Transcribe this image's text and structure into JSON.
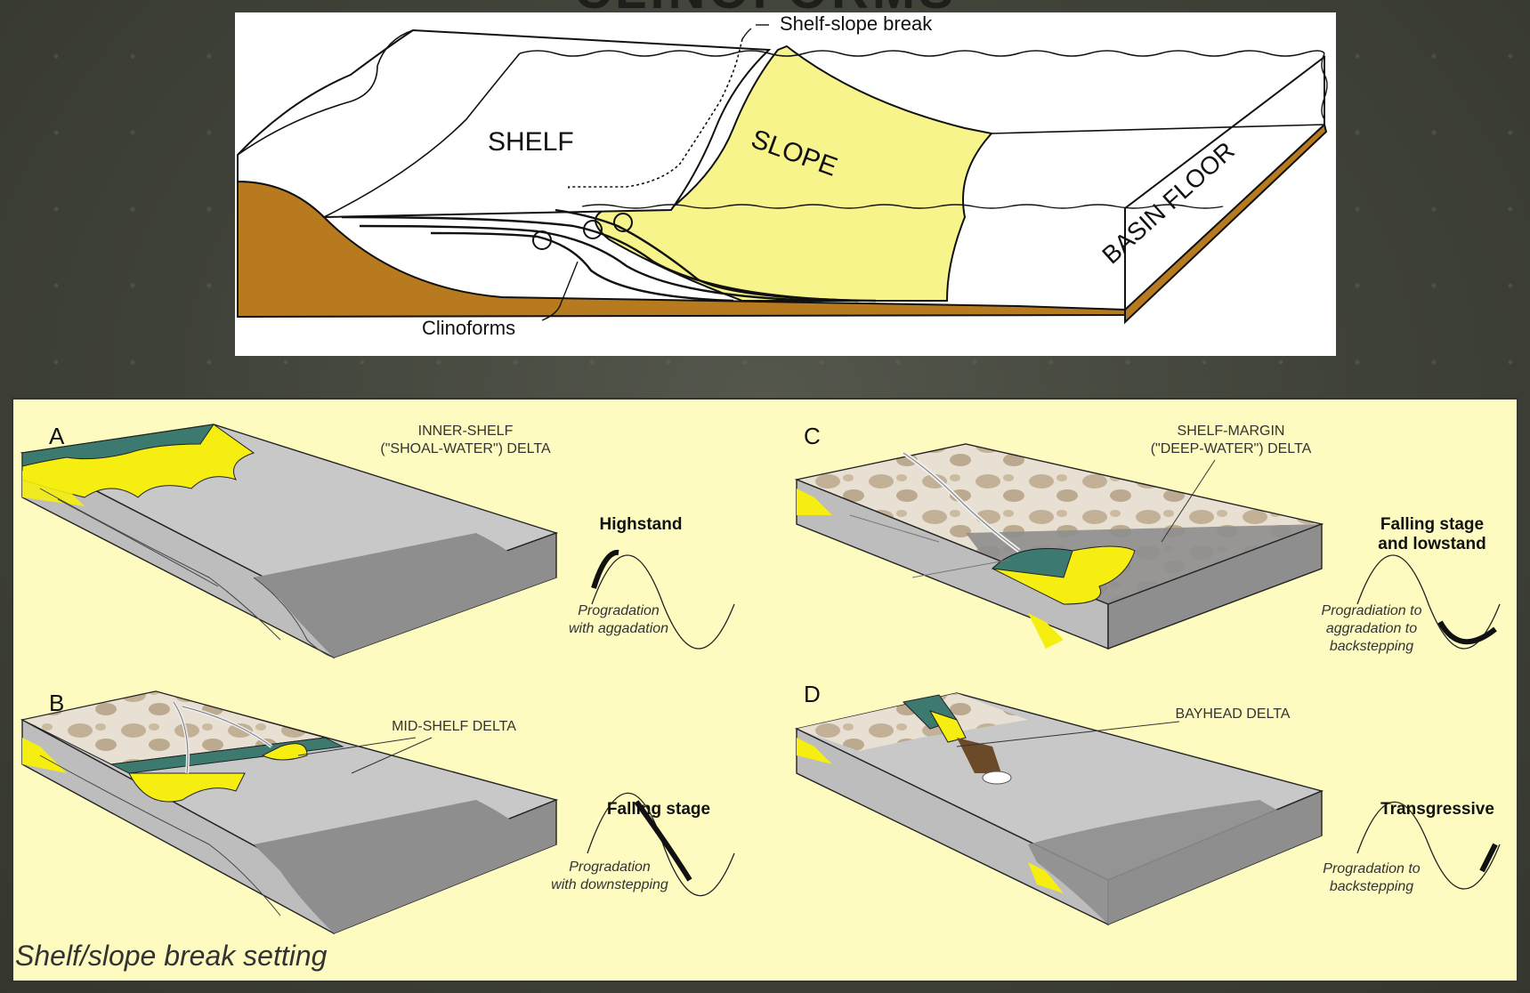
{
  "top_diagram": {
    "labels": {
      "shelf_slope_break": "Shelf-slope break",
      "shelf": "SHELF",
      "slope": "SLOPE",
      "basin_floor": "BASIN FLOOR",
      "clinoforms": "Clinoforms"
    }
  },
  "panels": [
    {
      "letter": "A",
      "delta_line1": "INNER-SHELF",
      "delta_line2": "(\"SHOAL-WATER\") DELTA",
      "stage_line1": "Highstand",
      "stage_line2": "",
      "note_line1": "Progradation",
      "note_line2": "with aggadation",
      "note_line3": ""
    },
    {
      "letter": "B",
      "delta_line1": "MID-SHELF DELTA",
      "delta_line2": "",
      "stage_line1": "Falling stage",
      "stage_line2": "",
      "note_line1": "Progradation",
      "note_line2": "with downstepping",
      "note_line3": ""
    },
    {
      "letter": "C",
      "delta_line1": "SHELF-MARGIN",
      "delta_line2": "(\"DEEP-WATER\") DELTA",
      "stage_line1": "Falling stage",
      "stage_line2": "and lowstand",
      "note_line1": "Progradiation to",
      "note_line2": "aggradation to",
      "note_line3": "backstepping"
    },
    {
      "letter": "D",
      "delta_line1": "BAYHEAD DELTA",
      "delta_line2": "",
      "stage_line1": "Transgressive",
      "stage_line2": "",
      "note_line1": "Progradation to",
      "note_line2": "backstepping",
      "note_line3": ""
    }
  ],
  "caption": "Shelf/slope break setting",
  "colors": {
    "sediment_yellow": "#f8f48c",
    "brown_base": "#b77a1f",
    "teal_delta": "#3c7a70",
    "grey_shelf": "#c8c8c8",
    "panel_bg": "#fdfbbf"
  }
}
